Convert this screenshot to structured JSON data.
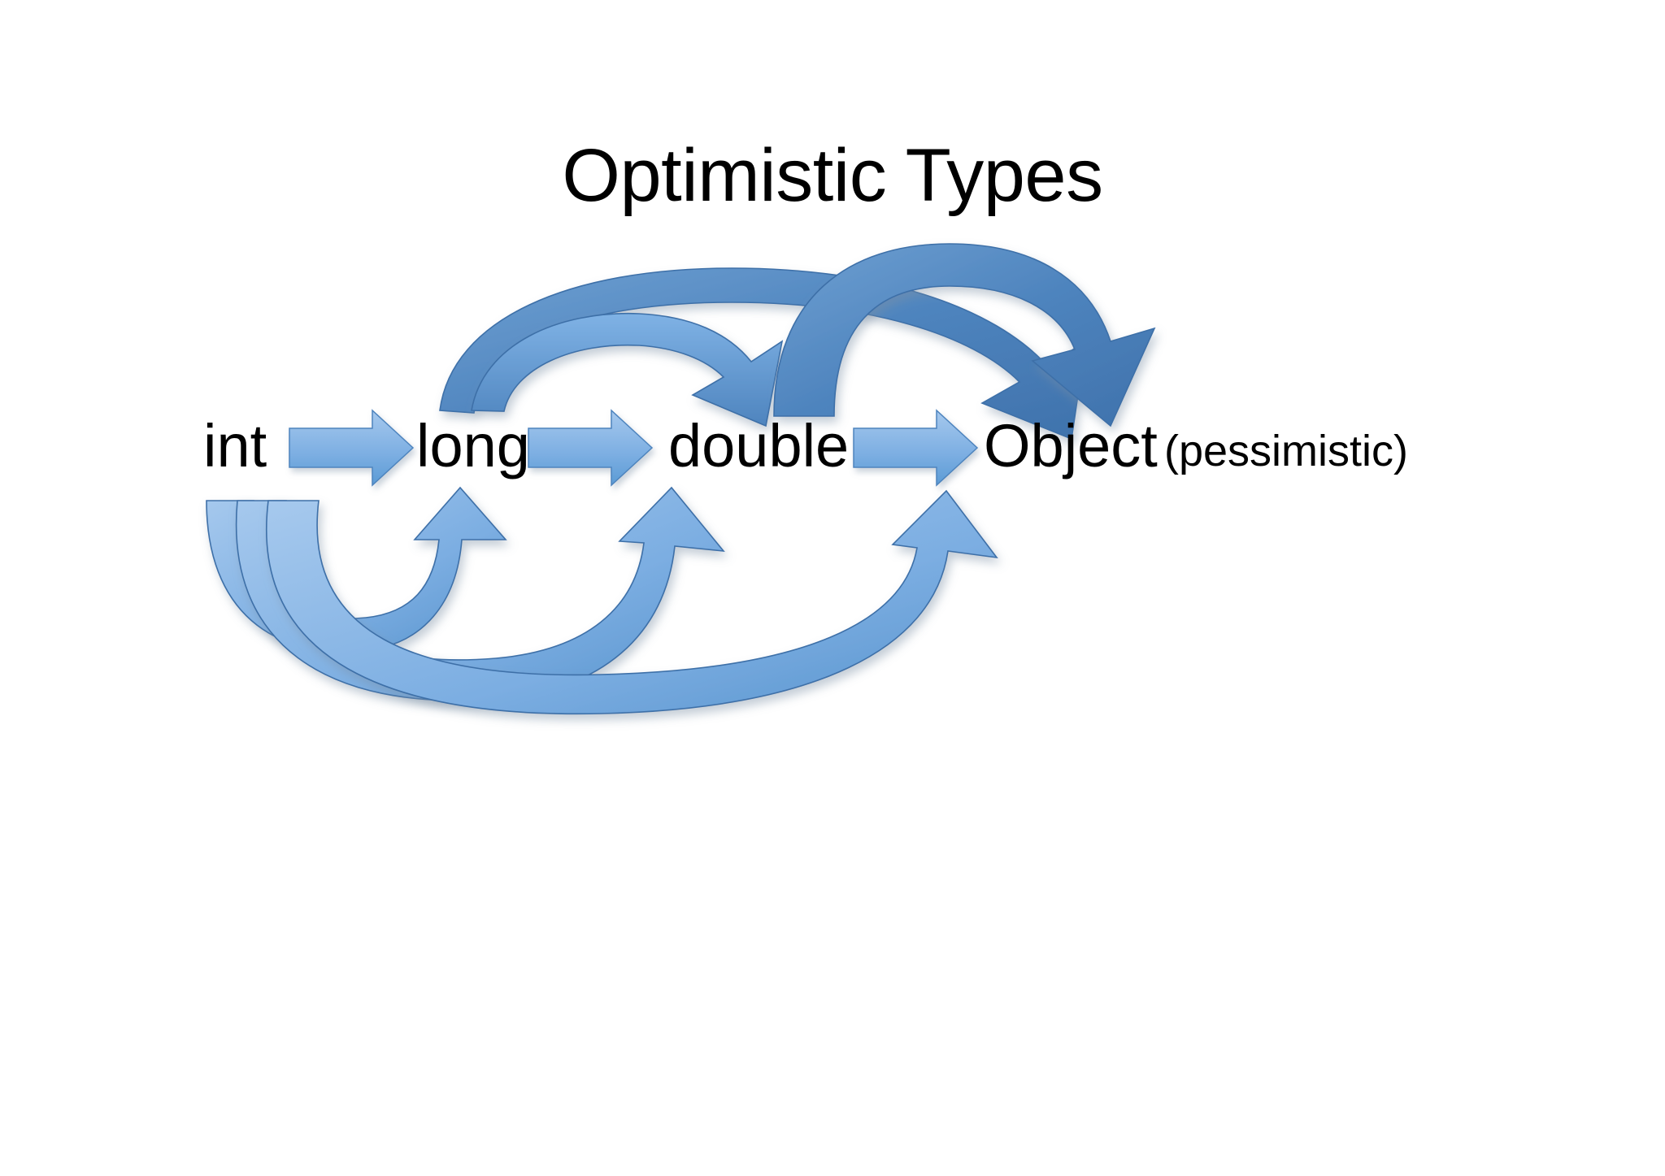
{
  "slide": {
    "title": "Optimistic Types",
    "background_color": "#ffffff",
    "title_color": "#000000"
  },
  "colors": {
    "arrow_light_top": "#9CC2EA",
    "arrow_light_bottom": "#5B9BD5",
    "arrow_mid": "#6FA8DC",
    "arrow_dark": "#4A7EBB",
    "arrow_outline": "#3E6FA8",
    "shadow": "rgba(110,130,150,0.35)"
  },
  "types": [
    {
      "id": "int",
      "label": "int"
    },
    {
      "id": "long",
      "label": "long"
    },
    {
      "id": "double",
      "label": "double"
    },
    {
      "id": "object",
      "label": "Object"
    }
  ],
  "note": {
    "label": "(pessimistic)"
  },
  "straight_arrows": [
    {
      "id": "int-to-long",
      "from": "int",
      "to": "long",
      "direction": "right",
      "style": "block"
    },
    {
      "id": "long-to-double",
      "from": "long",
      "to": "double",
      "direction": "right",
      "style": "block"
    },
    {
      "id": "double-to-object",
      "from": "double",
      "to": "object",
      "direction": "right",
      "style": "block"
    }
  ],
  "curved_arrows": [
    {
      "id": "long-to-double-over",
      "from": "long",
      "to": "double",
      "side": "top",
      "style": "curved",
      "weight": "thin"
    },
    {
      "id": "long-to-object-over",
      "from": "long",
      "to": "object",
      "side": "top",
      "style": "curved",
      "weight": "thin"
    },
    {
      "id": "double-to-object-over",
      "from": "double",
      "to": "object",
      "side": "top",
      "style": "curved",
      "weight": "thick"
    },
    {
      "id": "int-to-long-under",
      "from": "int",
      "to": "long",
      "side": "bottom",
      "style": "curved",
      "weight": "thick"
    },
    {
      "id": "int-to-double-under",
      "from": "int",
      "to": "double",
      "side": "bottom",
      "style": "curved",
      "weight": "thick"
    },
    {
      "id": "int-to-object-under",
      "from": "int",
      "to": "object",
      "side": "bottom",
      "style": "curved",
      "weight": "thick"
    }
  ]
}
